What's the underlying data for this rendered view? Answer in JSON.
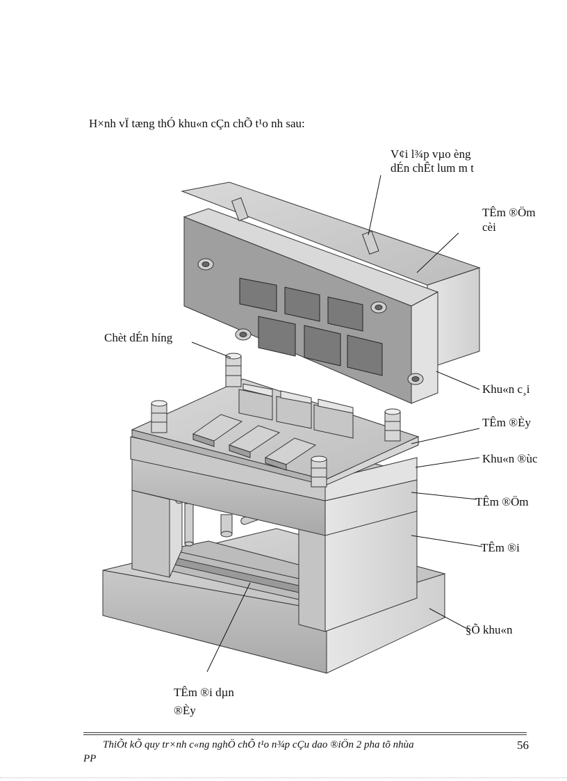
{
  "caption": "H×nh vÏ tæng thÓ khu«n cÇn chÕ t¹o nh  sau:",
  "labels": {
    "sprue_bush_1": "V¢i l¾p vµo èng",
    "sprue_bush_2": "dÉn chÊt lum m t",
    "top_clamp_1": "TÊm ®Öm",
    "top_clamp_2": "cèi",
    "guide_pin": "Chèt dÉn h­íng",
    "cavity": "Khu«n c¸i",
    "stripper": "TÊm ®Èy",
    "core": "Khu«n ®ùc",
    "support": "TÊm ®Öm",
    "spacer": "TÊm ®i",
    "base": "§Õ khu«n",
    "ejector_1": "TÊm ®i dµn",
    "ejector_2": "®Èy"
  },
  "footer": {
    "text_line1": "ThiÕt kÕ quy tr×nh c«ng nghÖ chÕ t¹o n¾p cÇu dao ®iÖn 2 pha tõ nhùa",
    "text_line2": "PP",
    "page_number": "56"
  }
}
